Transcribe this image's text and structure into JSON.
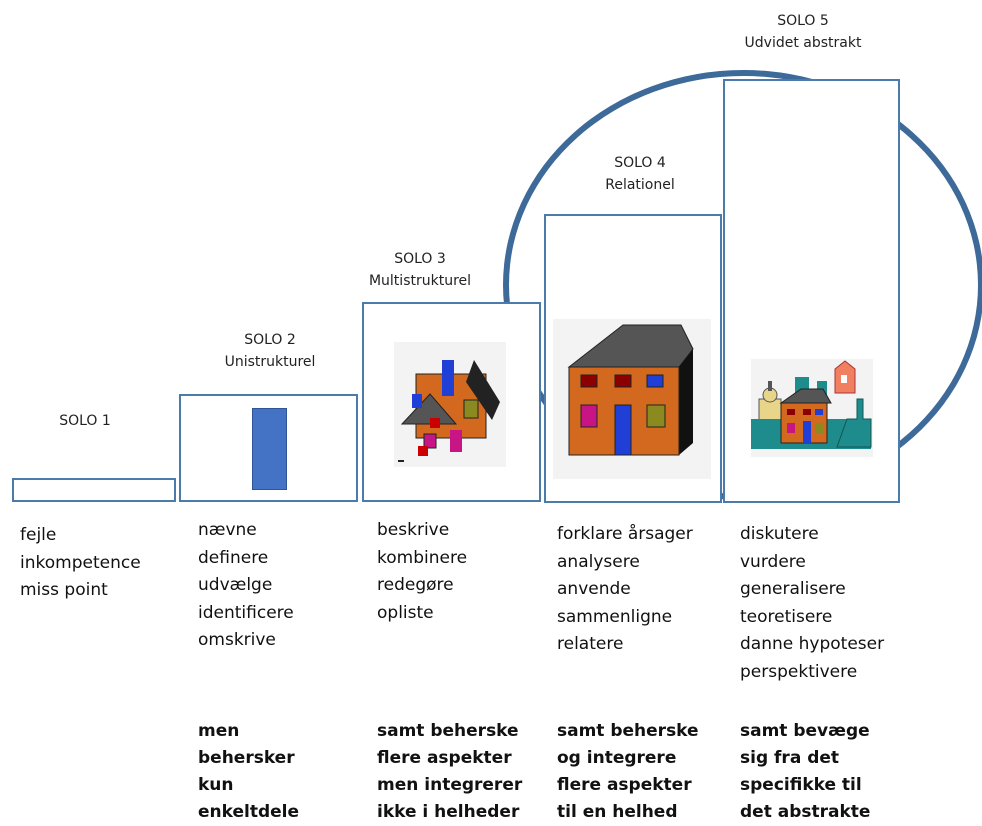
{
  "levels": [
    {
      "name": "SOLO 1",
      "subtitle": "",
      "verbs": [
        "fejle",
        "inkompetence",
        "miss point"
      ],
      "summary": []
    },
    {
      "name": "SOLO 2",
      "subtitle": "Unistrukturel",
      "verbs": [
        "nævne",
        "definere",
        "udvælge",
        "identificere",
        "omskrive"
      ],
      "summary": [
        "men",
        "behersker",
        "kun",
        "enkeltdele"
      ]
    },
    {
      "name": "SOLO 3",
      "subtitle": "Multistrukturel",
      "verbs": [
        "beskrive",
        "kombinere",
        "redegøre",
        "opliste"
      ],
      "summary": [
        "samt beherske",
        "flere aspekter",
        "men integrerer",
        "ikke i helheder"
      ]
    },
    {
      "name": "SOLO 4",
      "subtitle": "Relationel",
      "verbs": [
        "forklare årsager",
        "analysere",
        "anvende",
        "sammenligne",
        "relatere"
      ],
      "summary": [
        "samt beherske",
        "og integrere",
        "flere aspekter",
        "til en helhed"
      ]
    },
    {
      "name": "SOLO 5",
      "subtitle": "Udvidet abstrakt",
      "verbs": [
        "diskutere",
        "vurdere",
        "generalisere",
        "teoretisere",
        "danne hypoteser",
        "perspektivere"
      ],
      "summary": [
        "samt bevæge",
        "sig fra det",
        "specifikke til",
        "det abstrakte"
      ]
    }
  ],
  "colors": {
    "box_border": "#4a7bab",
    "circle": "#3d6a99",
    "bar": "#4472c4"
  },
  "icons": [
    "bar-icon",
    "scattered-house-icon",
    "house-icon",
    "village-icon"
  ]
}
